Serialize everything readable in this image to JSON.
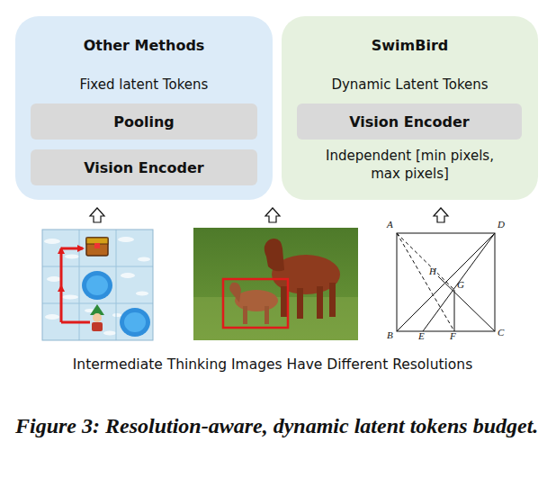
{
  "diagram": {
    "caption": "Figure 3: Resolution-aware, dynamic latent tokens budget.",
    "nodes": [
      {
        "text": [
          "Other Methods",
          "Fixed latent Tokens"
        ]
      },
      {
        "text": [
          "Pooling"
        ],
        "in": 0
      },
      {
        "text": [
          "Vision Encoder"
        ],
        "in": 0
      },
      {
        "text": [
          "SwimBird",
          "Dynamic Latent Tokens",
          "Independent [min pixels, max pixels]"
        ]
      },
      {
        "text": [
          "Vision Encoder"
        ],
        "in": 3
      }
    ],
    "labels": [
      "A",
      "D",
      "H",
      "G",
      "B",
      "E",
      "F",
      "C",
      "Intermediate Thinking Images Have Different Resolutions"
    ]
  }
}
